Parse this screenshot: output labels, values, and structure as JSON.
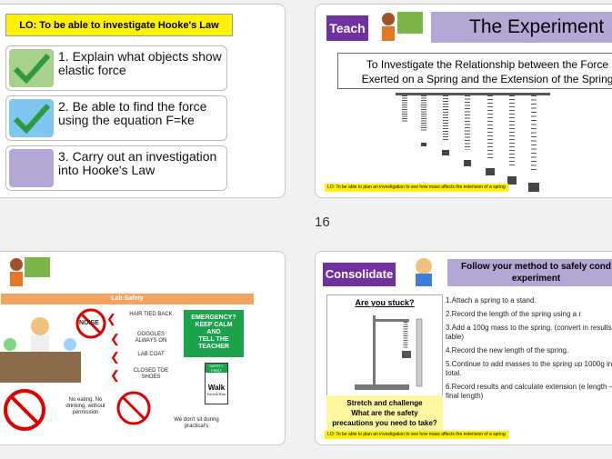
{
  "slide_number": "16",
  "slide1": {
    "lo": "LO: To be able to investigate Hooke's Law",
    "objectives": [
      {
        "text": "1. Explain what objects show elastic force",
        "color": "#a9d18e",
        "check": true
      },
      {
        "text": "2. Be able to find the force using the equation F=ke",
        "color": "#7fc7f0",
        "check": true
      },
      {
        "text": "3. Carry out an investigation into Hooke's Law",
        "color": "#b4a7d6",
        "check": false
      }
    ]
  },
  "slide2": {
    "label": "Teach",
    "title": "The Experiment",
    "aim_line1": "To Investigate the Relationship between the Force",
    "aim_line2": "Exerted on a Spring and the Extension of the Spring",
    "footer": "LO: To be able to plan an investigation to see how mass affects the extension of a spring"
  },
  "slide3": {
    "heading": "Lab Safety",
    "noise": "NOISE",
    "labels": [
      "HAIR TIED BACK",
      "GOGGLES ALWAYS ON",
      "LAB COAT",
      "CLOSED TOE SHOES"
    ],
    "emergency": [
      "EMERGENCY?",
      "KEEP CALM",
      "AND",
      "TELL THE",
      "TEACHER"
    ],
    "safety_sign": [
      "SAFETY FIRST",
      "Walk",
      "Do not Run"
    ],
    "no_food": "No eating, No drinking, without permission",
    "no_sit": "We don't sit during practical's"
  },
  "slide4": {
    "label": "Consolidate",
    "header_line1": "Follow your method to safely cond",
    "header_line2": "experiment",
    "stuck": "Are you stuck?",
    "stretch_line1": "Stretch and challenge",
    "stretch_line2": "What are the safety",
    "stretch_line3": "precautions you need to take?",
    "steps": [
      "1.Attach a spring to a stand.",
      "2.Record the length of the spring using a r",
      "3.Add a 100g mass to the spring. (convert in results table)",
      "4.Record the new length of the spring.",
      "5.Continue to add masses to the spring up 1000g in total.",
      "6.Record results and calculate extension (e length – final length)"
    ],
    "footer": "LO: To be able to plan an investigation to see how mass affects the extension of a spring"
  }
}
